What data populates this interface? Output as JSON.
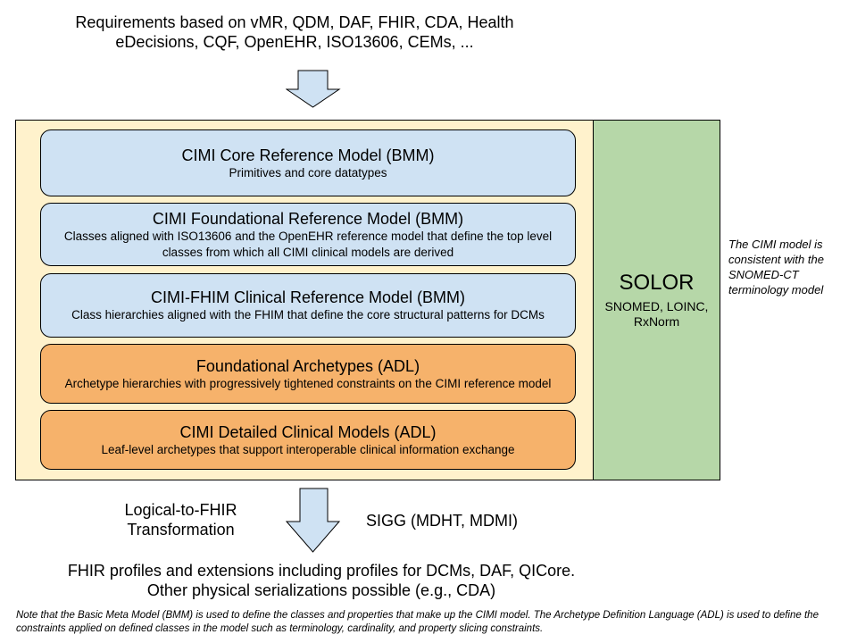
{
  "requirements_text": "Requirements based on vMR, QDM, DAF, FHIR, CDA, Health eDecisions, CQF, OpenEHR, ISO13606, CEMs, ...",
  "boxes": [
    {
      "title": "CIMI Core Reference Model (BMM)",
      "desc": "Primitives and core datatypes",
      "color": "#cfe2f3"
    },
    {
      "title": "CIMI Foundational Reference Model (BMM)",
      "desc": "Classes aligned with ISO13606 and the OpenEHR reference model that define the top level classes from which all CIMI clinical models are derived",
      "color": "#cfe2f3"
    },
    {
      "title": "CIMI-FHIM Clinical Reference Model (BMM)",
      "desc": "Class hierarchies aligned with the FHIM that define the core structural patterns for DCMs",
      "color": "#cfe2f3"
    },
    {
      "title": "Foundational Archetypes (ADL)",
      "desc": "Archetype hierarchies with progressively tightened constraints on the CIMI reference model",
      "color": "#f6b26b"
    },
    {
      "title": "CIMI Detailed Clinical Models (ADL)",
      "desc": "Leaf-level archetypes that support interoperable clinical information exchange",
      "color": "#f6b26b"
    }
  ],
  "solor": {
    "title": "SOLOR",
    "subtitle": "SNOMED, LOINC, RxNorm",
    "color": "#b6d7a8"
  },
  "side_note": "The CIMI model is consistent with the SNOMED-CT terminology model",
  "transform_label": "Logical-to-FHIR Transformation",
  "sigg_label": "SIGG (MDHT, MDMI)",
  "output_text": "FHIR profiles and extensions including profiles for DCMs, DAF, QICore. Other physical serializations possible (e.g., CDA)",
  "footnote": "Note that the Basic Meta Model (BMM) is used to define the classes and properties that make up the CIMI model. The Archetype Definition Language (ADL) is used to define the constraints applied on defined classes in the model such as terminology, cardinality, and property slicing constraints.",
  "colors": {
    "container_bg": "#fff2cc",
    "arrow_fill": "#cfe2f3",
    "border": "#000000"
  }
}
